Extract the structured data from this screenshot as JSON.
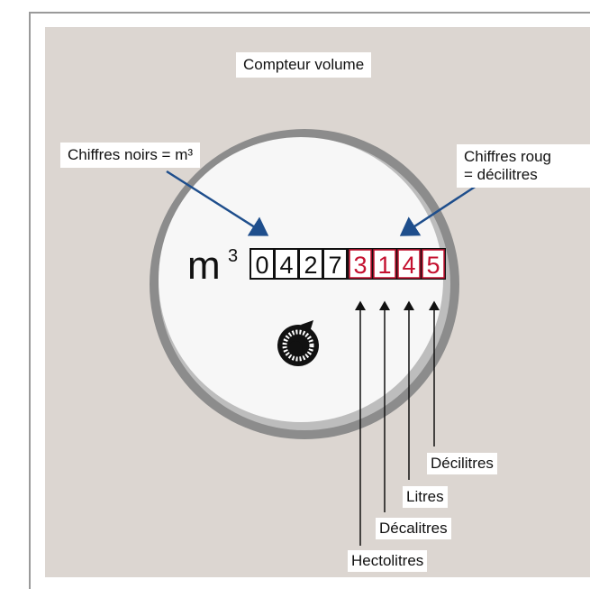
{
  "title": "Compteur volume",
  "black_label": "Chiffres noirs = m³",
  "red_label_line1": "Chiffres roug",
  "red_label_line2": "= décilitres",
  "unit_m": "m",
  "unit_exp": "3",
  "black_digits": [
    "0",
    "4",
    "2",
    "7"
  ],
  "red_digits": [
    "3",
    "1",
    "4",
    "5"
  ],
  "labels": {
    "decilitres": "Décilitres",
    "litres": "Litres",
    "decalitres": "Décalitres",
    "hectolitres": "Hectolitres"
  },
  "colors": {
    "background": "#dcd6d1",
    "red": "#c4102f",
    "arrow_blue": "#1e4e8c",
    "ring": "#8a8a8a"
  }
}
